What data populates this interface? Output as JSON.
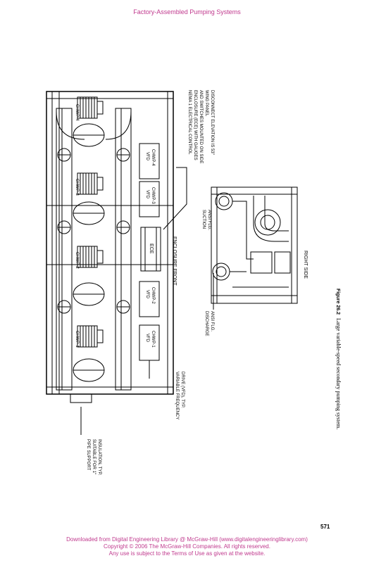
{
  "running_head": "Factory-Assembled Pumping Systems",
  "page_number": "571",
  "figure": {
    "number": "Figure 26.2",
    "caption": "Large variable-speed secondary pumping system.",
    "pump_labels": [
      "CHWP-1",
      "CHWP-2",
      "CHWP-3",
      "CHWP-4"
    ],
    "vfd_labels": [
      {
        "line1": "VFD",
        "line2": "CHWP-1"
      },
      {
        "line1": "VFD",
        "line2": "CHWP-2"
      },
      {
        "line1": "VFD",
        "line2": "CHWP-3"
      },
      {
        "line1": "VFD",
        "line2": "CHWP-4"
      }
    ],
    "ece_label": "ECE",
    "enclosure_front": "ENCLOSURE FRONT",
    "right_side": "RIGHT SIDE",
    "callouts": {
      "pipe_support": [
        "PIPE SUPPORT",
        "SUITABLE FOR 1\"",
        "INSULATION, TYP."
      ],
      "vfd_note": [
        "VARIABLE FREQUENCY",
        "DRIVE (VFD), TYP."
      ],
      "nema_note": [
        "NEMA 1 ELECTRICAL CONTROL",
        "ENCLOSURE (ECE) WITH GAUGES",
        "AND SWITCHES MOUNTED ON SIDE",
        "WING PANEL",
        "DISCONNECT ELEVATION IS 53\""
      ],
      "suction": [
        "SUCTION",
        "ANSI FLG."
      ],
      "discharge": [
        "DISCHARGE",
        "ANSI FLG."
      ]
    }
  },
  "footer": {
    "line1": "Downloaded from Digital Engineering Library @ McGraw-Hill (www.digitalengineeringlibrary.com)",
    "line2": "Copyright © 2006 The McGraw-Hill Companies. All rights reserved.",
    "line3": "Any use is subject to the Terms of Use as given at the website."
  }
}
